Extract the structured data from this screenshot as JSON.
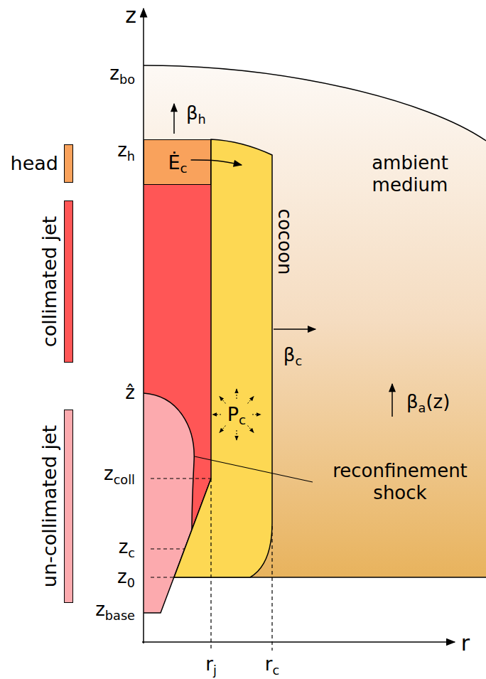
{
  "diagram": {
    "nodes": [
      {
        "text": [
          "Ėc"
        ]
      },
      {
        "text": [
          "cocoon",
          "Pc"
        ]
      }
    ],
    "edges": [
      {
        "from": 0,
        "to": 1,
        "arrow": "to"
      }
    ],
    "labels": [
      "z",
      "r",
      "zbo",
      "βh",
      "zh",
      "ambient medium",
      "βc",
      "βa(z)",
      "ẑ",
      "zcoll",
      "reconfinement shock",
      "zc",
      "z0",
      "zbase",
      "rj",
      "rc"
    ],
    "legend": [
      {
        "text": "head",
        "color": "#f9a25c"
      },
      {
        "text": "collimated jet",
        "color": "#ff5656"
      },
      {
        "text": "un-collimated jet",
        "color": "#fcaaae"
      }
    ]
  }
}
